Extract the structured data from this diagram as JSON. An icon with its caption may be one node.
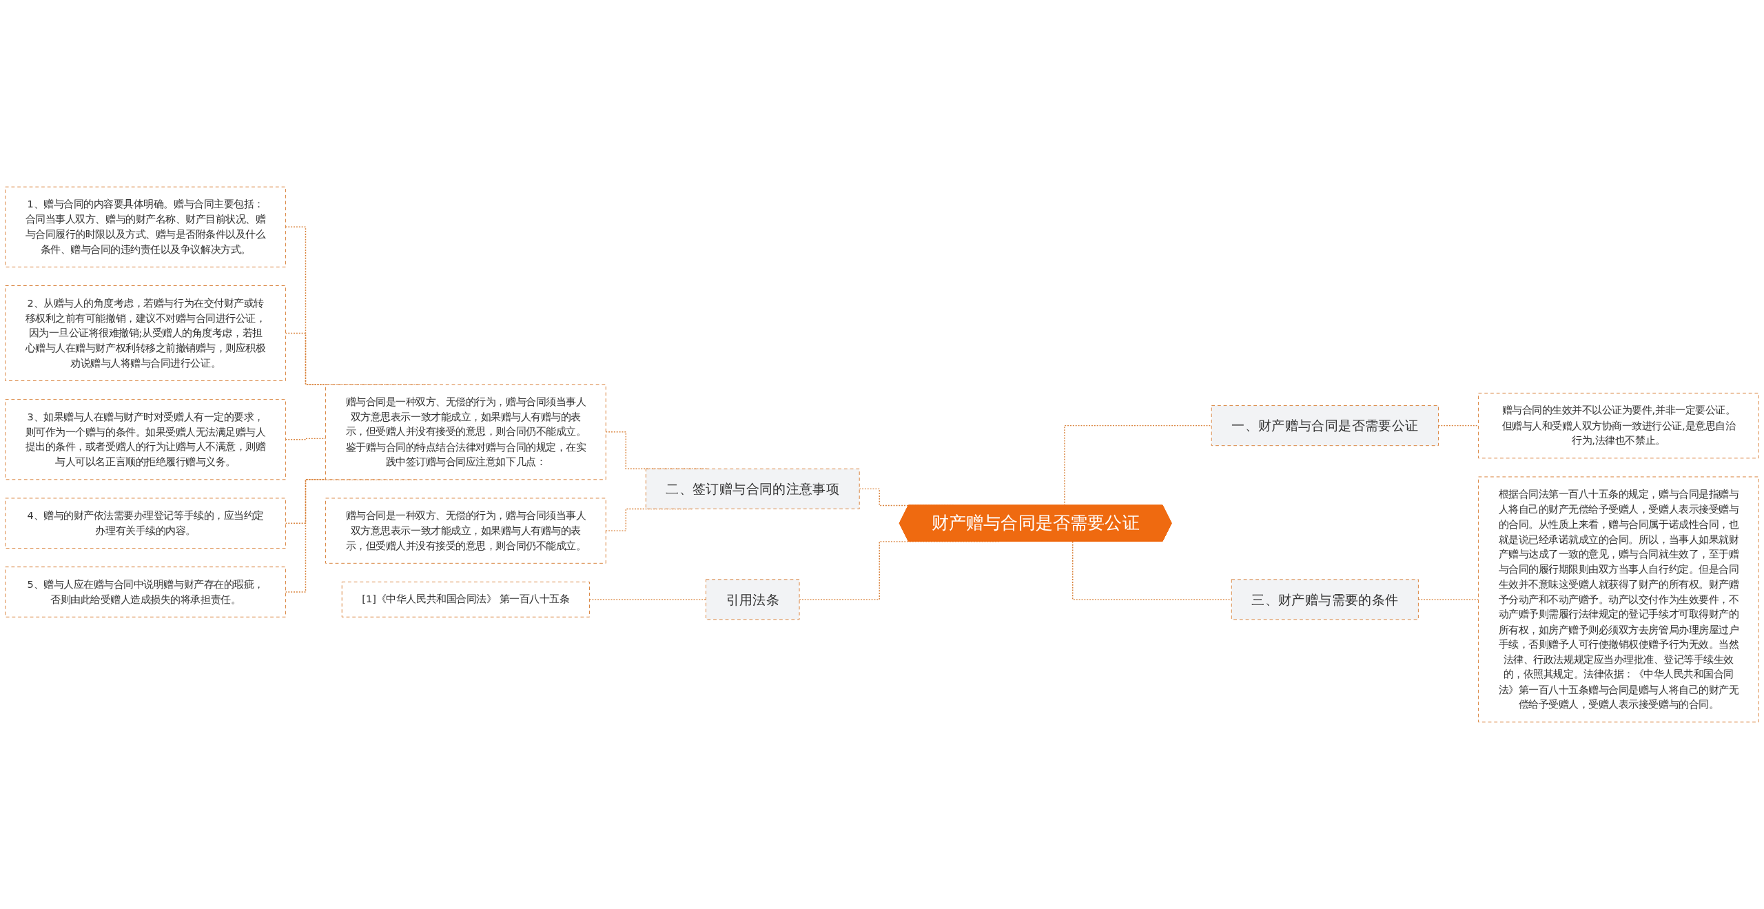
{
  "diagram": {
    "nodes": [
      {
        "text": [
          "财产赠与合同是否需要公证"
        ]
      },
      {
        "text": [
          "一、财产赠与合同是否需要公证"
        ]
      },
      {
        "text": [
          "赠与合同的生效并不以公证为要件,并非一定要公证。但赠与人和受赠人双方协商一致进行公证,是意思自治行为,法律也不禁止。"
        ]
      },
      {
        "text": [
          "三、财产赠与需要的条件"
        ]
      },
      {
        "text": [
          "根据合同法第一百八十五条的规定，赠与合同是指赠与人将自己的财产无偿给予受赠人，受赠人表示接受赠与的合同。从性质上来看，赠与合同属于诺成性合同，也就是说已经承诺就成立的合同。所以，当事人如果就财产赠与达成了一致的意见，赠与合同就生效了，至于赠与合同的履行期限则由双方当事人自行约定。但是合同生效并不意味这受赠人就获得了财产的所有权。财产赠予分动产和不动产赠予。动产以交付作为生效要件，不动产赠予则需履行法律规定的登记手续才可取得财产的所有权，如房产赠予则必须双方去房管局办理房屋过户手续，否则赠予人可行使撤销权使赠予行为无效。当然法律、行政法规规定应当办理批准、登记等手续生效的，依照其规定。法律依据：《中华人民共和国合同法》第一百八十五条赠与合同是赠与人将自己的财产无偿给予受赠人，受赠人表示接受赠与的合同。"
        ]
      },
      {
        "text": [
          "二、签订赠与合同的注意事项"
        ]
      },
      {
        "text": [
          "赠与合同是一种双方、无偿的行为，赠与合同须当事人双方意思表示一致才能成立，如果赠与人有赠与的表示，但受赠人并没有接受的意思，则合同仍不能成立。鉴于赠与合同的特点结合法律对赠与合同的规定，在实践中签订赠与合同应注意如下几点："
        ]
      },
      {
        "text": [
          "1、赠与合同的内容要具体明确。赠与合同主要包括：合同当事人双方、赠与的财产名称、财产目前状况、赠与合同履行的时限以及方式、赠与是否附条件以及什么条件、赠与合同的违约责任以及争议解决方式。"
        ]
      },
      {
        "text": [
          "2、从赠与人的角度考虑，若赠与行为在交付财产或转移权利之前有可能撤销，建议不对赠与合同进行公证，因为一旦公证将很难撤销;从受赠人的角度考虑，若担心赠与人在赠与财产权利转移之前撤销赠与，则应积极劝说赠与人将赠与合同进行公证。"
        ]
      },
      {
        "text": [
          "3、如果赠与人在赠与财产时对受赠人有一定的要求，则可作为一个赠与的条件。如果受赠人无法满足赠与人提出的条件，或者受赠人的行为让赠与人不满意，则赠与人可以名正言顺的拒绝履行赠与义务。"
        ]
      },
      {
        "text": [
          "4、赠与的财产依法需要办理登记等手续的，应当约定办理有关手续的内容。"
        ]
      },
      {
        "text": [
          "5、赠与人应在赠与合同中说明赠与财产存在的瑕疵，否则由此给受赠人造成损失的将承担责任。"
        ]
      },
      {
        "text": [
          "赠与合同是一种双方、无偿的行为，赠与合同须当事人双方意思表示一致才能成立，如果赠与人有赠与的表示，但受赠人并没有接受的意思，则合同仍不能成立。"
        ]
      },
      {
        "text": [
          "引用法条"
        ]
      },
      {
        "text": [
          "[1]《中华人民共和国合同法》 第一百八十五条"
        ]
      }
    ],
    "edges": [
      {
        "from": 0,
        "to": 1,
        "arrow": "none",
        "style": "dashed"
      },
      {
        "from": 1,
        "to": 2,
        "arrow": "none",
        "style": "dashed"
      },
      {
        "from": 0,
        "to": 3,
        "arrow": "none",
        "style": "dashed"
      },
      {
        "from": 3,
        "to": 4,
        "arrow": "none",
        "style": "dashed"
      },
      {
        "from": 0,
        "to": 5,
        "arrow": "none",
        "style": "dashed"
      },
      {
        "from": 5,
        "to": 6,
        "arrow": "none",
        "style": "dashed"
      },
      {
        "from": 6,
        "to": 7,
        "arrow": "none",
        "style": "dashed"
      },
      {
        "from": 6,
        "to": 8,
        "arrow": "none",
        "style": "dashed"
      },
      {
        "from": 6,
        "to": 9,
        "arrow": "none",
        "style": "dashed"
      },
      {
        "from": 6,
        "to": 10,
        "arrow": "none",
        "style": "dashed"
      },
      {
        "from": 6,
        "to": 11,
        "arrow": "none",
        "style": "dashed"
      },
      {
        "from": 5,
        "to": 12,
        "arrow": "none",
        "style": "dashed"
      },
      {
        "from": 0,
        "to": 13,
        "arrow": "none",
        "style": "dashed"
      },
      {
        "from": 13,
        "to": 14,
        "arrow": "none",
        "style": "dashed"
      }
    ]
  }
}
